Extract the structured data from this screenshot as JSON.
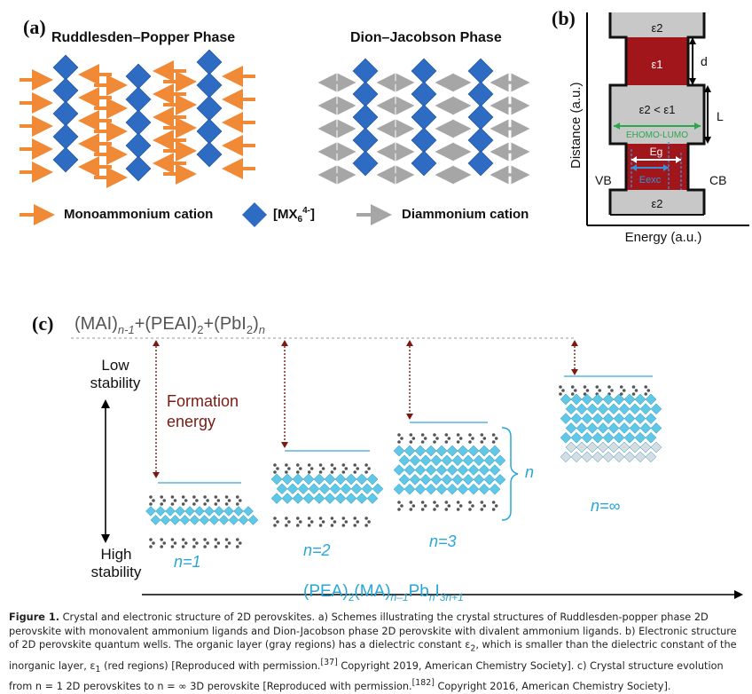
{
  "panel_a": {
    "label": "(a)",
    "title_rp": "Ruddlesden–Popper Phase",
    "title_dj": "Dion–Jacobson Phase",
    "legend_mono": "Monoammonium cation",
    "legend_mx_main": "[MX",
    "legend_mx_sub": "6",
    "legend_mx_sup": "4-",
    "legend_mx_end": "]",
    "legend_di": "Diammonium cation",
    "colors": {
      "orange": "#f08a36",
      "blue": "#2e6bc2",
      "gray": "#a6a6a6"
    }
  },
  "panel_b": {
    "label": "(b)",
    "eps2_top": "ε2",
    "eps1": "ε1",
    "eps_mid": "ε2 < ε1",
    "eps2_bot": "ε2",
    "d": "d",
    "L": "L",
    "e_homo_lumo": "EHOMO-LUMO",
    "e_g": "Eg",
    "e_exc": "Eexc",
    "vb": "VB",
    "cb": "CB",
    "ylabel": "Distance (a.u.)",
    "xlabel": "Energy (a.u.)",
    "colors": {
      "red": "#a0161b",
      "gray": "#c8c8c8",
      "green": "#2aa84a",
      "blue": "#3a8fd8"
    }
  },
  "panel_c": {
    "label": "(c)",
    "eq_mai": "(MAI)",
    "eq_mai_sub": "n-1",
    "eq_mid": "+(PEAI)",
    "eq_mid_sub": "2",
    "eq_pbi": "+(PbI",
    "eq_pbi_sub": "2",
    "eq_pbi_close": ")",
    "eq_pbi_n": "n",
    "low_stability": "Low stability",
    "high_stability": "High stability",
    "formation": "Formation energy",
    "n1": "n=1",
    "n2": "n=2",
    "n3": "n=3",
    "ninf": "n=∞",
    "n_brace": "n",
    "formula_main": "(PEA)",
    "formula_2": "2",
    "formula_ma": "(MA)",
    "formula_n1": "n–1",
    "formula_pb": "Pb",
    "formula_n": "n",
    "formula_i": "I",
    "formula_3n1": "3n+1"
  },
  "caption": {
    "fig": "Figure 1.",
    "text1": " Crystal and electronic structure of 2D perovskites. a) Schemes illustrating the crystal structures of Ruddlesden-popper phase 2D perovskite with monovalent ammonium ligands and Dion-Jacobson phase 2D perovskite with divalent ammonium ligands. b) Electronic structure of 2D perovskite quantum wells. The organic layer (gray regions) has a dielectric constant ε",
    "sub2": "2",
    "text2": ", which is smaller than the dielectric constant of the inorganic layer, ε",
    "sub1": "1",
    "text3": " (red regions) [Reproduced with permission.",
    "ref1": "[37]",
    "text4": " Copyright 2019, American Chemistry Society]. c) Crystal structure evolution from n = 1 2D perovskites to n = ∞ 3D perovskite [Reproduced with permission.",
    "ref2": "[182]",
    "text5": " Copyright 2016, American Chemistry Society]."
  }
}
